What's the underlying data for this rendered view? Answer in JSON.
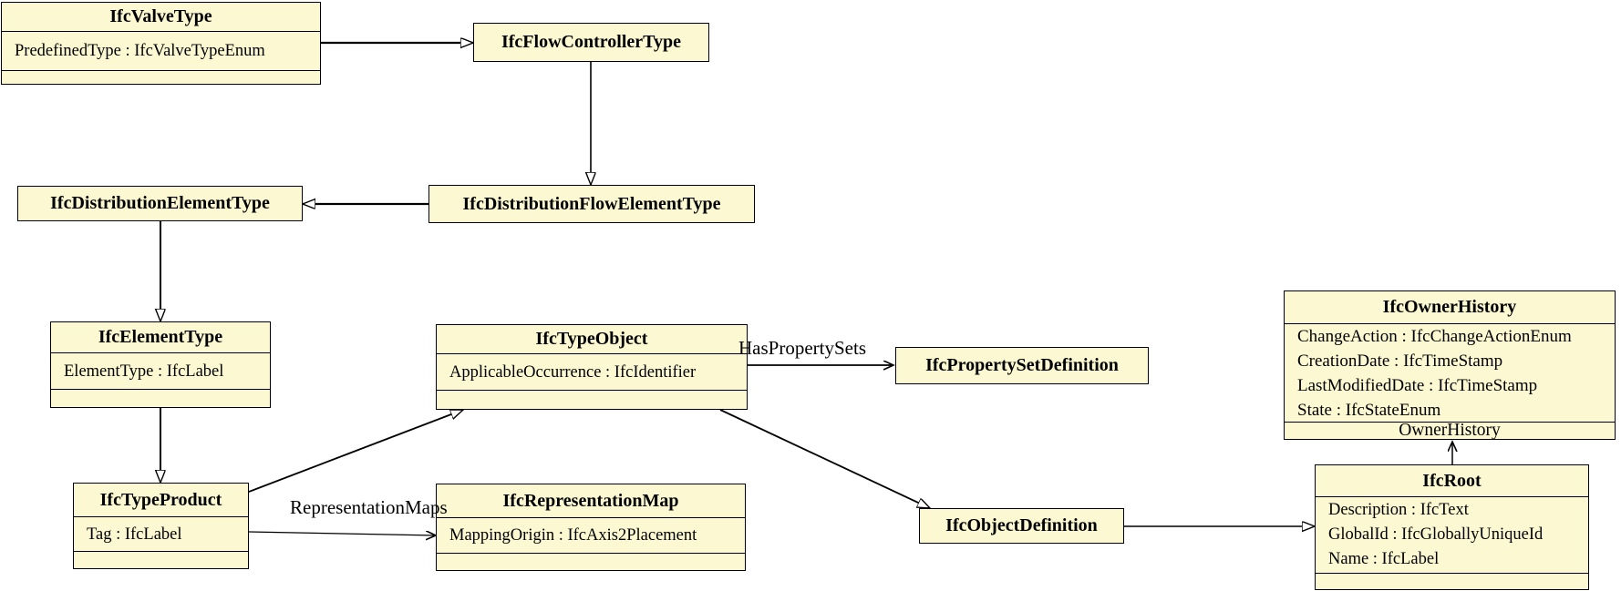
{
  "colors": {
    "class_fill": "#fcf9d2",
    "border": "#000000",
    "text": "#000000",
    "background": "#ffffff"
  },
  "classes": {
    "valve_type": {
      "name": "IfcValveType",
      "attributes": [
        "PredefinedType : IfcValveTypeEnum"
      ]
    },
    "flow_controller_type": {
      "name": "IfcFlowControllerType"
    },
    "distribution_element_type": {
      "name": "IfcDistributionElementType"
    },
    "distribution_flow_element_type": {
      "name": "IfcDistributionFlowElementType"
    },
    "element_type": {
      "name": "IfcElementType",
      "attributes": [
        "ElementType : IfcLabel"
      ]
    },
    "type_object": {
      "name": "IfcTypeObject",
      "attributes": [
        "ApplicableOccurrence : IfcIdentifier"
      ]
    },
    "property_set_definition": {
      "name": "IfcPropertySetDefinition"
    },
    "owner_history": {
      "name": "IfcOwnerHistory",
      "attributes": [
        "ChangeAction : IfcChangeActionEnum",
        "CreationDate : IfcTimeStamp",
        "LastModifiedDate : IfcTimeStamp",
        "State : IfcStateEnum"
      ],
      "footer_label": "OwnerHistory"
    },
    "type_product": {
      "name": "IfcTypeProduct",
      "attributes": [
        "Tag : IfcLabel"
      ]
    },
    "representation_map": {
      "name": "IfcRepresentationMap",
      "attributes": [
        "MappingOrigin : IfcAxis2Placement"
      ]
    },
    "object_definition": {
      "name": "IfcObjectDefinition"
    },
    "root": {
      "name": "IfcRoot",
      "attributes": [
        "Description : IfcText",
        "GlobalId : IfcGloballyUniqueId",
        "Name : IfcLabel"
      ]
    }
  },
  "edge_labels": {
    "has_property_sets": "HasPropertySets",
    "representation_maps": "RepresentationMaps"
  }
}
